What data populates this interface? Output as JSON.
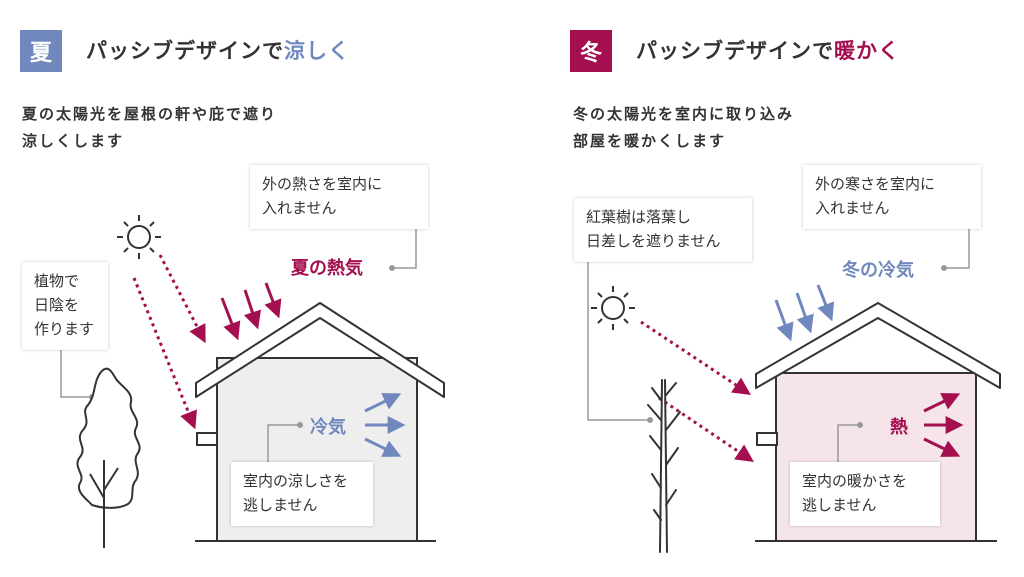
{
  "colors": {
    "summer_accent": "#7088bd",
    "winter_accent": "#a4104f",
    "summer_house_fill": "#eeeeee",
    "winter_house_fill": "#f5e4ea",
    "outline": "#333333"
  },
  "summer": {
    "badge": "夏",
    "title_prefix": "パッシブデザインで",
    "title_highlight": "涼しく",
    "lead_line1": "夏の太陽光を屋根の軒や庇で遮り",
    "lead_line2": "涼しくします",
    "heat_note_line1": "外の熱さを室内に",
    "heat_note_line2": "入れません",
    "heat_label": "夏の熱気",
    "plant_note_line1": "植物で",
    "plant_note_line2": "日陰を",
    "plant_note_line3": "作ります",
    "air_label": "冷気",
    "keep_note_line1": "室内の涼しさを",
    "keep_note_line2": "逃しません"
  },
  "winter": {
    "badge": "冬",
    "title_prefix": "パッシブデザインで",
    "title_highlight": "暖かく",
    "lead_line1": "冬の太陽光を室内に取り込み",
    "lead_line2": "部屋を暖かくします",
    "cold_note_line1": "外の寒さを室内に",
    "cold_note_line2": "入れません",
    "cold_label": "冬の冷気",
    "tree_note_line1": "紅葉樹は落葉し",
    "tree_note_line2": "日差しを遮りません",
    "heat_label": "熱",
    "keep_note_line1": "室内の暖かさを",
    "keep_note_line2": "逃しません"
  }
}
